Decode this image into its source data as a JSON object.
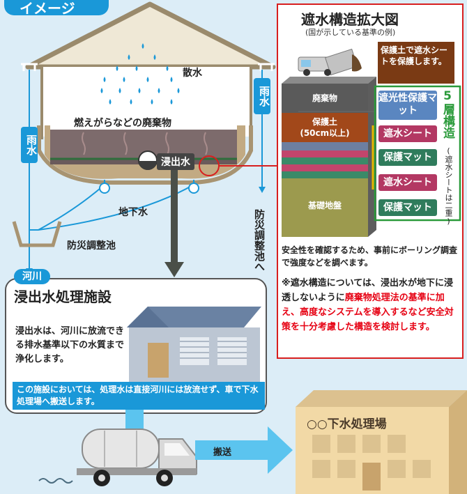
{
  "header": {
    "title": "イメージ"
  },
  "landfill": {
    "spray_label": "散水",
    "waste_label": "燃えがらなどの廃棄物",
    "leachate_label": "浸出水",
    "rain_left": "雨水",
    "rain_right": "雨水",
    "groundwater_label": "地下水",
    "pond_label": "防災調整池",
    "river_label": "河川",
    "to_pond_label": "防災調整池へ"
  },
  "detail": {
    "title": "遮水構造拡大図",
    "subtitle": "(国が示している基準の例)",
    "truck_note": "保護土で遮水シートを保護します。",
    "layers": {
      "waste": "廃棄物",
      "protect_soil": "保護土",
      "protect_soil_thickness": "(50cm以上)",
      "foundation": "基礎地盤"
    },
    "mats": [
      "遮光性保護マット",
      "遮水シート",
      "保護マット",
      "遮水シート",
      "保護マット"
    ],
    "five_layer": "5層構造",
    "double_note": "(遮水シートは二重)",
    "boring_note": "安全性を確認するため、事前にボーリング調査で強度などを調べます。",
    "note_prefix": "※遮水構造については、浸出水が地下に浸透しないように",
    "note_highlight": "廃棄物処理法の基準に加え、高度なシステムを導入するなど安全対策を十分考慮した構造を検討します。"
  },
  "facility": {
    "title": "浸出水処理施設",
    "description": "浸出水は、河川に放流できる排水基準以下の水質まで浄化します。",
    "note": "この施設においては、処理水は直接河川には放流せず、車で下水処理場へ搬送します。"
  },
  "transport": {
    "label": "搬送",
    "plant": "○○下水処理場"
  },
  "colors": {
    "background": "#dcedf7",
    "accent_blue": "#1a98d8",
    "frame_red": "#d81e1e",
    "highlight_red": "#e60012",
    "green": "#2a9a3a"
  }
}
